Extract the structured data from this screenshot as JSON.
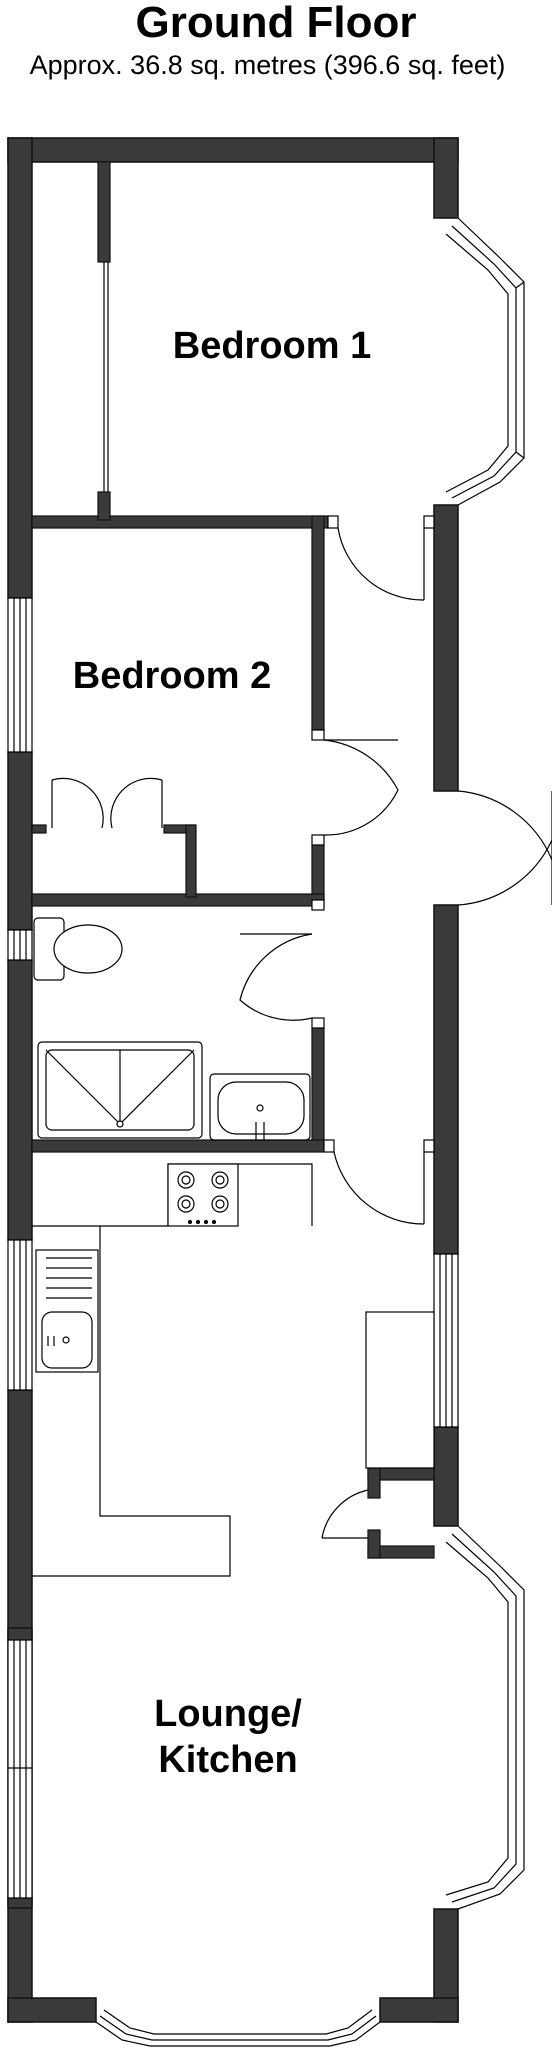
{
  "header": {
    "title": "Ground Floor",
    "subtitle": "Approx. 36.8 sq. metres (396.6 sq. feet)"
  },
  "rooms": {
    "bedroom1": "Bedroom 1",
    "bedroom2": "Bedroom 2",
    "lounge_line1": "Lounge/",
    "lounge_line2": "Kitchen"
  },
  "colors": {
    "wall": "#3a3a3a",
    "wall_edge": "#1a1a1a",
    "line": "#000000",
    "background": "#ffffff"
  }
}
